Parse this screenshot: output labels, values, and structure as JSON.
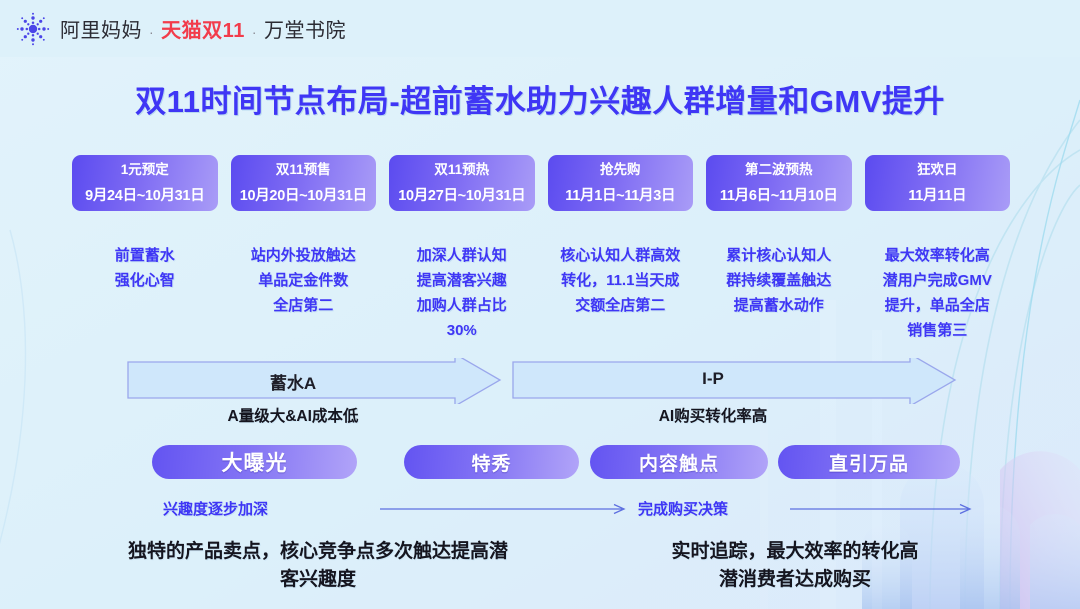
{
  "header": {
    "logo_icon": "alimama-burst-icon",
    "brand": "阿里妈妈",
    "sep1": "·",
    "brand_red": "天猫双11",
    "sep2": "·",
    "brand_third": "万堂书院"
  },
  "title": "双11时间节点布局-超前蓄水助力兴趣人群增量和GMV提升",
  "stages": [
    {
      "name": "1元预定",
      "date": "9月24日~10月31日"
    },
    {
      "name": "双11预售",
      "date": "10月20日~10月31日"
    },
    {
      "name": "双11预热",
      "date": "10月27日~10月31日"
    },
    {
      "name": "抢先购",
      "date": "11月1日~11月3日"
    },
    {
      "name": "第二波预热",
      "date": "11月6日~11月10日"
    },
    {
      "name": "狂欢日",
      "date": "11月11日"
    }
  ],
  "descriptions": [
    "前置蓄水\n强化心智",
    "站内外投放触达\n单品定金件数\n全店第二",
    "加深人群认知\n提高潜客兴趣\n加购人群占比\n30%",
    "核心认知人群高效\n转化，11.1当天成\n交额全店第二",
    "累计核心认知人\n群持续覆盖触达\n提高蓄水动作",
    "最大效率转化高\n潜用户完成GMV\n提升，单品全店\n销售第三"
  ],
  "arrows": [
    {
      "label": "蓄水A",
      "sub": "A量级大&AI成本低"
    },
    {
      "label": "I-P",
      "sub": "AI购买转化率高"
    }
  ],
  "pills": [
    {
      "label": "大曝光"
    },
    {
      "label": "特秀"
    },
    {
      "label": "内容触点"
    },
    {
      "label": "直引万品"
    }
  ],
  "flow": [
    {
      "label": "兴趣度逐步加深"
    },
    {
      "label": "完成购买决策"
    }
  ],
  "conclusions": {
    "left": "独特的产品卖点，核心竞争点多次触达提高潜\n客兴趣度",
    "right": "实时追踪，最大效率的转化高\n潜消费者达成购买"
  },
  "colors": {
    "background": "#ddf1fa",
    "accent_purple": "#5b4bf0",
    "accent_light_purple": "#a99cf7",
    "title_blue": "#3f36f5",
    "brand_red": "#f23c4b",
    "arrow_fill": "#cfe7fb",
    "arrow_stroke": "#9aa7ec",
    "text_dark": "#15151f"
  }
}
